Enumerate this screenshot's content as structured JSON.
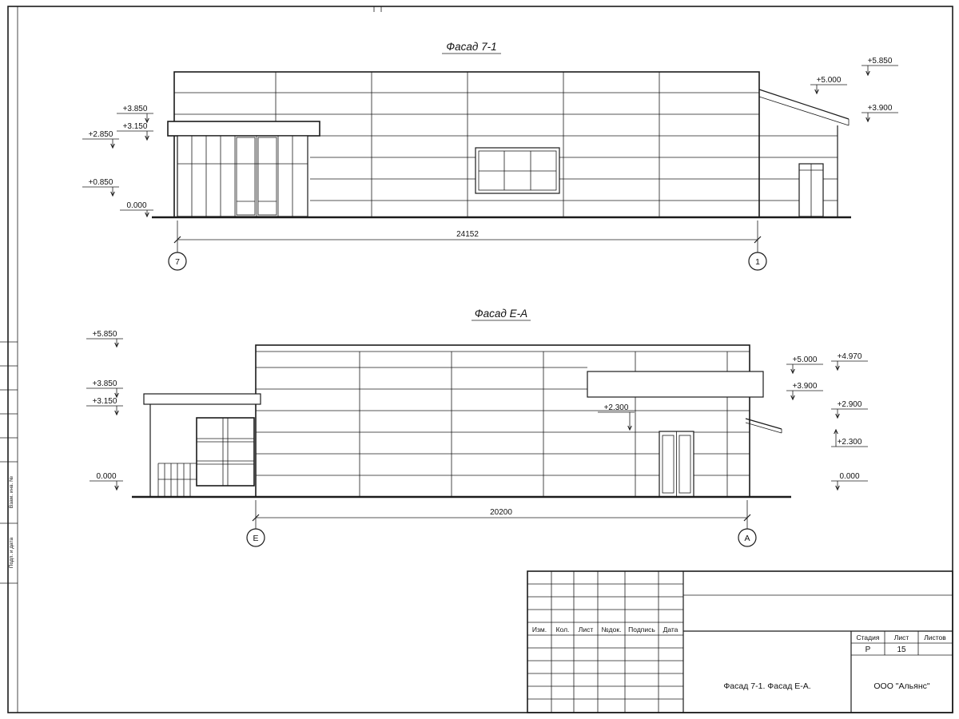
{
  "sheet": {
    "facade_7_1": {
      "title": "Фасад 7-1",
      "left_marks": [
        "+3.850",
        "+3.150",
        "+2.850",
        "+0.850",
        "0.000"
      ],
      "right_marks": [
        "+5.850",
        "+5.000",
        "+3.900"
      ],
      "dimension": "24152",
      "axis_left": "7",
      "axis_right": "1"
    },
    "facade_e_a": {
      "title": "Фасад Е-А",
      "left_marks": [
        "+5.850",
        "+3.850",
        "+3.150",
        "0.000"
      ],
      "right_marks": [
        "+5.000",
        "+4.970",
        "+3.900",
        "+2.900",
        "+2.300",
        "0.000"
      ],
      "door_mark": "+2.300",
      "dimension": "20200",
      "axis_left": "Е",
      "axis_right": "А"
    },
    "margin_labels": [
      "Взам. инв. №",
      "Подп. и дата"
    ],
    "title_block": {
      "columns": [
        "Изм.",
        "Кол.",
        "Лист",
        "№док.",
        "Подпись",
        "Дата"
      ],
      "stage_label": "Стадия",
      "sheet_label": "Лист",
      "sheets_label": "Листов",
      "stage": "Р",
      "sheet_number": "15",
      "doc_title": "Фасад 7-1. Фасад Е-А.",
      "company": "ООО \"Альянс\""
    }
  }
}
